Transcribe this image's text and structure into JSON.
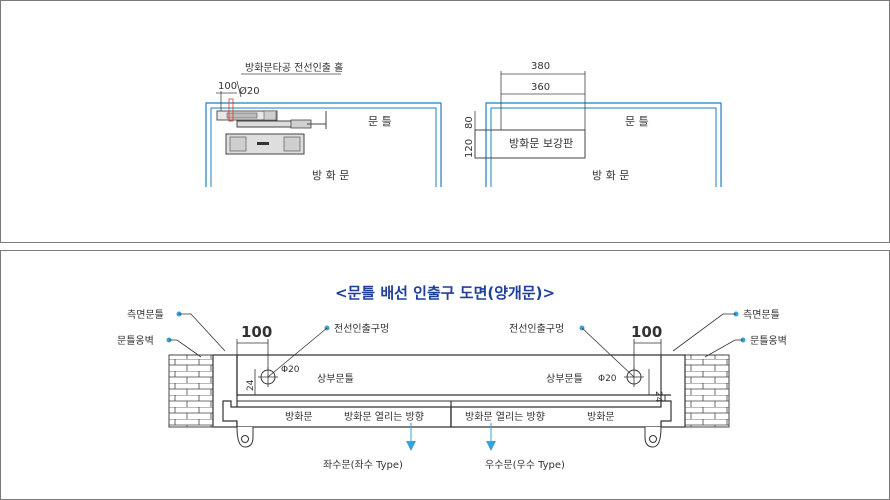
{
  "top": {
    "left_diagram": {
      "hole_label": "방화문타공 전선인출 홀",
      "dim_100": "100",
      "dim_phi20": "Ø20",
      "frame_label": "문 틀",
      "door_label": "방 화 문"
    },
    "right_diagram": {
      "dim_380": "380",
      "dim_360": "360",
      "dim_80": "80",
      "dim_120": "120",
      "plate_label": "방화문 보강판",
      "frame_label": "문 틀",
      "door_label": "방 화 문"
    }
  },
  "bottom": {
    "title": "<문틀 배선 인출구 도면(양개문)>",
    "left": {
      "side_frame": "측면문틀",
      "frame_wall": "문틀옹벽",
      "wire_hole": "전선인출구멍",
      "dim_100": "100",
      "phi20": "Φ20",
      "dim_24": "24",
      "upper_frame": "상부문틀",
      "door": "방화문",
      "open_dir": "방화문 열리는 방향",
      "type_label": "좌수문(좌수 Type)"
    },
    "right": {
      "side_frame": "측면문틀",
      "frame_wall": "문틀옹벽",
      "wire_hole": "전선인출구멍",
      "dim_100": "100",
      "phi20": "Φ20",
      "dim_24": "24",
      "upper_frame": "상부문틀",
      "door": "방화문",
      "open_dir": "방화문 열리는 방향",
      "type_label": "우수문(우수 Type)"
    },
    "colors": {
      "leader": "#3aa0d8",
      "arrow": "#3aa0d8",
      "title": "#1f3f9a",
      "frame_line": "#1f7fbf"
    }
  }
}
